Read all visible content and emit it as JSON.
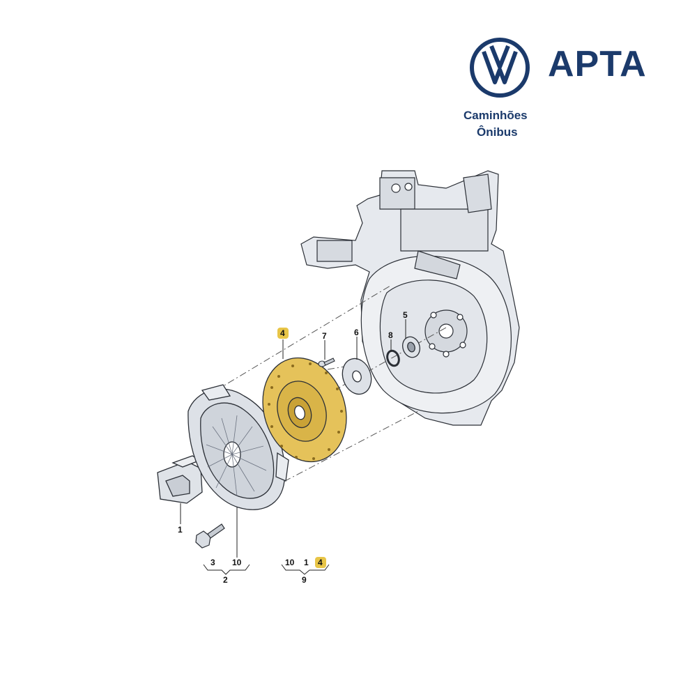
{
  "brand": {
    "logo_icon": "vw-logo-icon",
    "name": "APTA",
    "line1": "Caminhões",
    "line2": "Ônibus",
    "color": "#1b3a6b"
  },
  "colors": {
    "highlight": "#e8c547",
    "disc_fill": "#e5c25a",
    "part_fill": "#dfe3e8",
    "stroke": "#2b2f36"
  },
  "diagram": {
    "callouts": [
      "1",
      "3",
      "10",
      "2",
      "10",
      "1",
      "4",
      "9",
      "4",
      "5",
      "6",
      "7",
      "8"
    ],
    "highlighted_callout": "4"
  }
}
